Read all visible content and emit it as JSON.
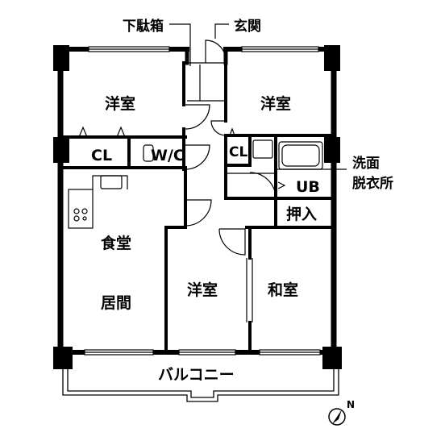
{
  "labels": {
    "shoe_cabinet": "下駄箱",
    "entrance": "玄関",
    "western_room_nw": "洋室",
    "western_room_ne": "洋室",
    "closet_left": "CL",
    "walk_in_closet": "W/C",
    "closet_right": "CL",
    "washroom_line1": "洗面",
    "washroom_line2": "脱衣所",
    "unit_bath": "UB",
    "storage_closet": "押入",
    "dining_line1": "食堂",
    "living_line1": "居間",
    "western_room_s": "洋室",
    "japanese_room": "和室",
    "balcony": "バルコニー",
    "north_mark": "N"
  },
  "colors": {
    "wall": "#000000",
    "background": "#ffffff"
  }
}
